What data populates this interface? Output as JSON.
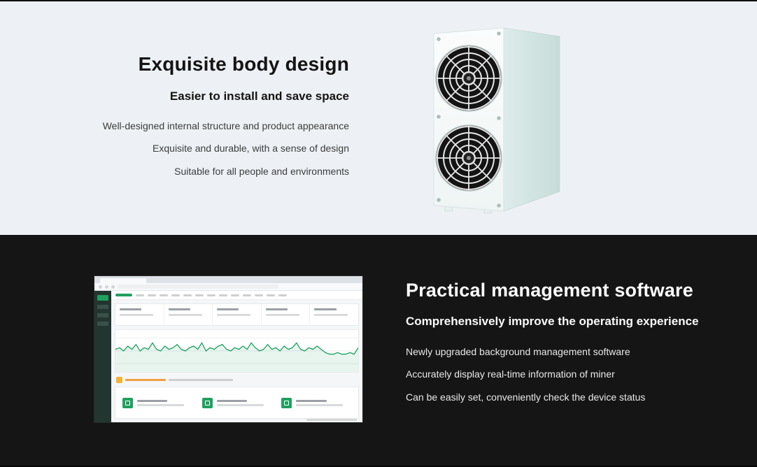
{
  "colors": {
    "top_bg": "#edf1f5",
    "bottom_bg": "#151515",
    "accent_green": "#1fa05f",
    "alert_amber": "#f2b233"
  },
  "top_section": {
    "heading": "Exquisite body design",
    "subheading": "Easier to install and save space",
    "features": [
      "Well-designed internal structure and product appearance",
      "Exquisite and durable, with a sense of design",
      "Suitable for all people and environments"
    ]
  },
  "bottom_section": {
    "heading": "Practical management software",
    "subheading": "Comprehensively improve the operating experience",
    "features": [
      "Newly upgraded background management software",
      "Accurately display real-time information of miner",
      "Can be easily set, conveniently check the device status"
    ]
  },
  "miner_illustration": {
    "fan_count": 2
  },
  "dashboard": {
    "nav_item_count": 13,
    "sidebar_item_count": 4,
    "stat_count": 5,
    "card_count": 3,
    "sparkline": [
      5,
      6,
      4,
      7,
      5,
      8,
      4,
      6,
      5,
      9,
      5,
      4,
      7,
      5,
      6,
      8,
      5,
      4,
      6,
      7,
      5,
      9,
      4,
      6,
      5,
      7,
      8,
      5,
      4,
      6,
      5,
      7,
      5,
      9,
      6,
      4,
      5,
      8,
      5,
      6,
      4,
      7,
      5,
      6,
      9,
      5,
      4,
      6,
      5,
      7,
      5,
      3,
      2,
      2,
      3,
      2,
      2,
      3,
      2,
      6
    ]
  }
}
